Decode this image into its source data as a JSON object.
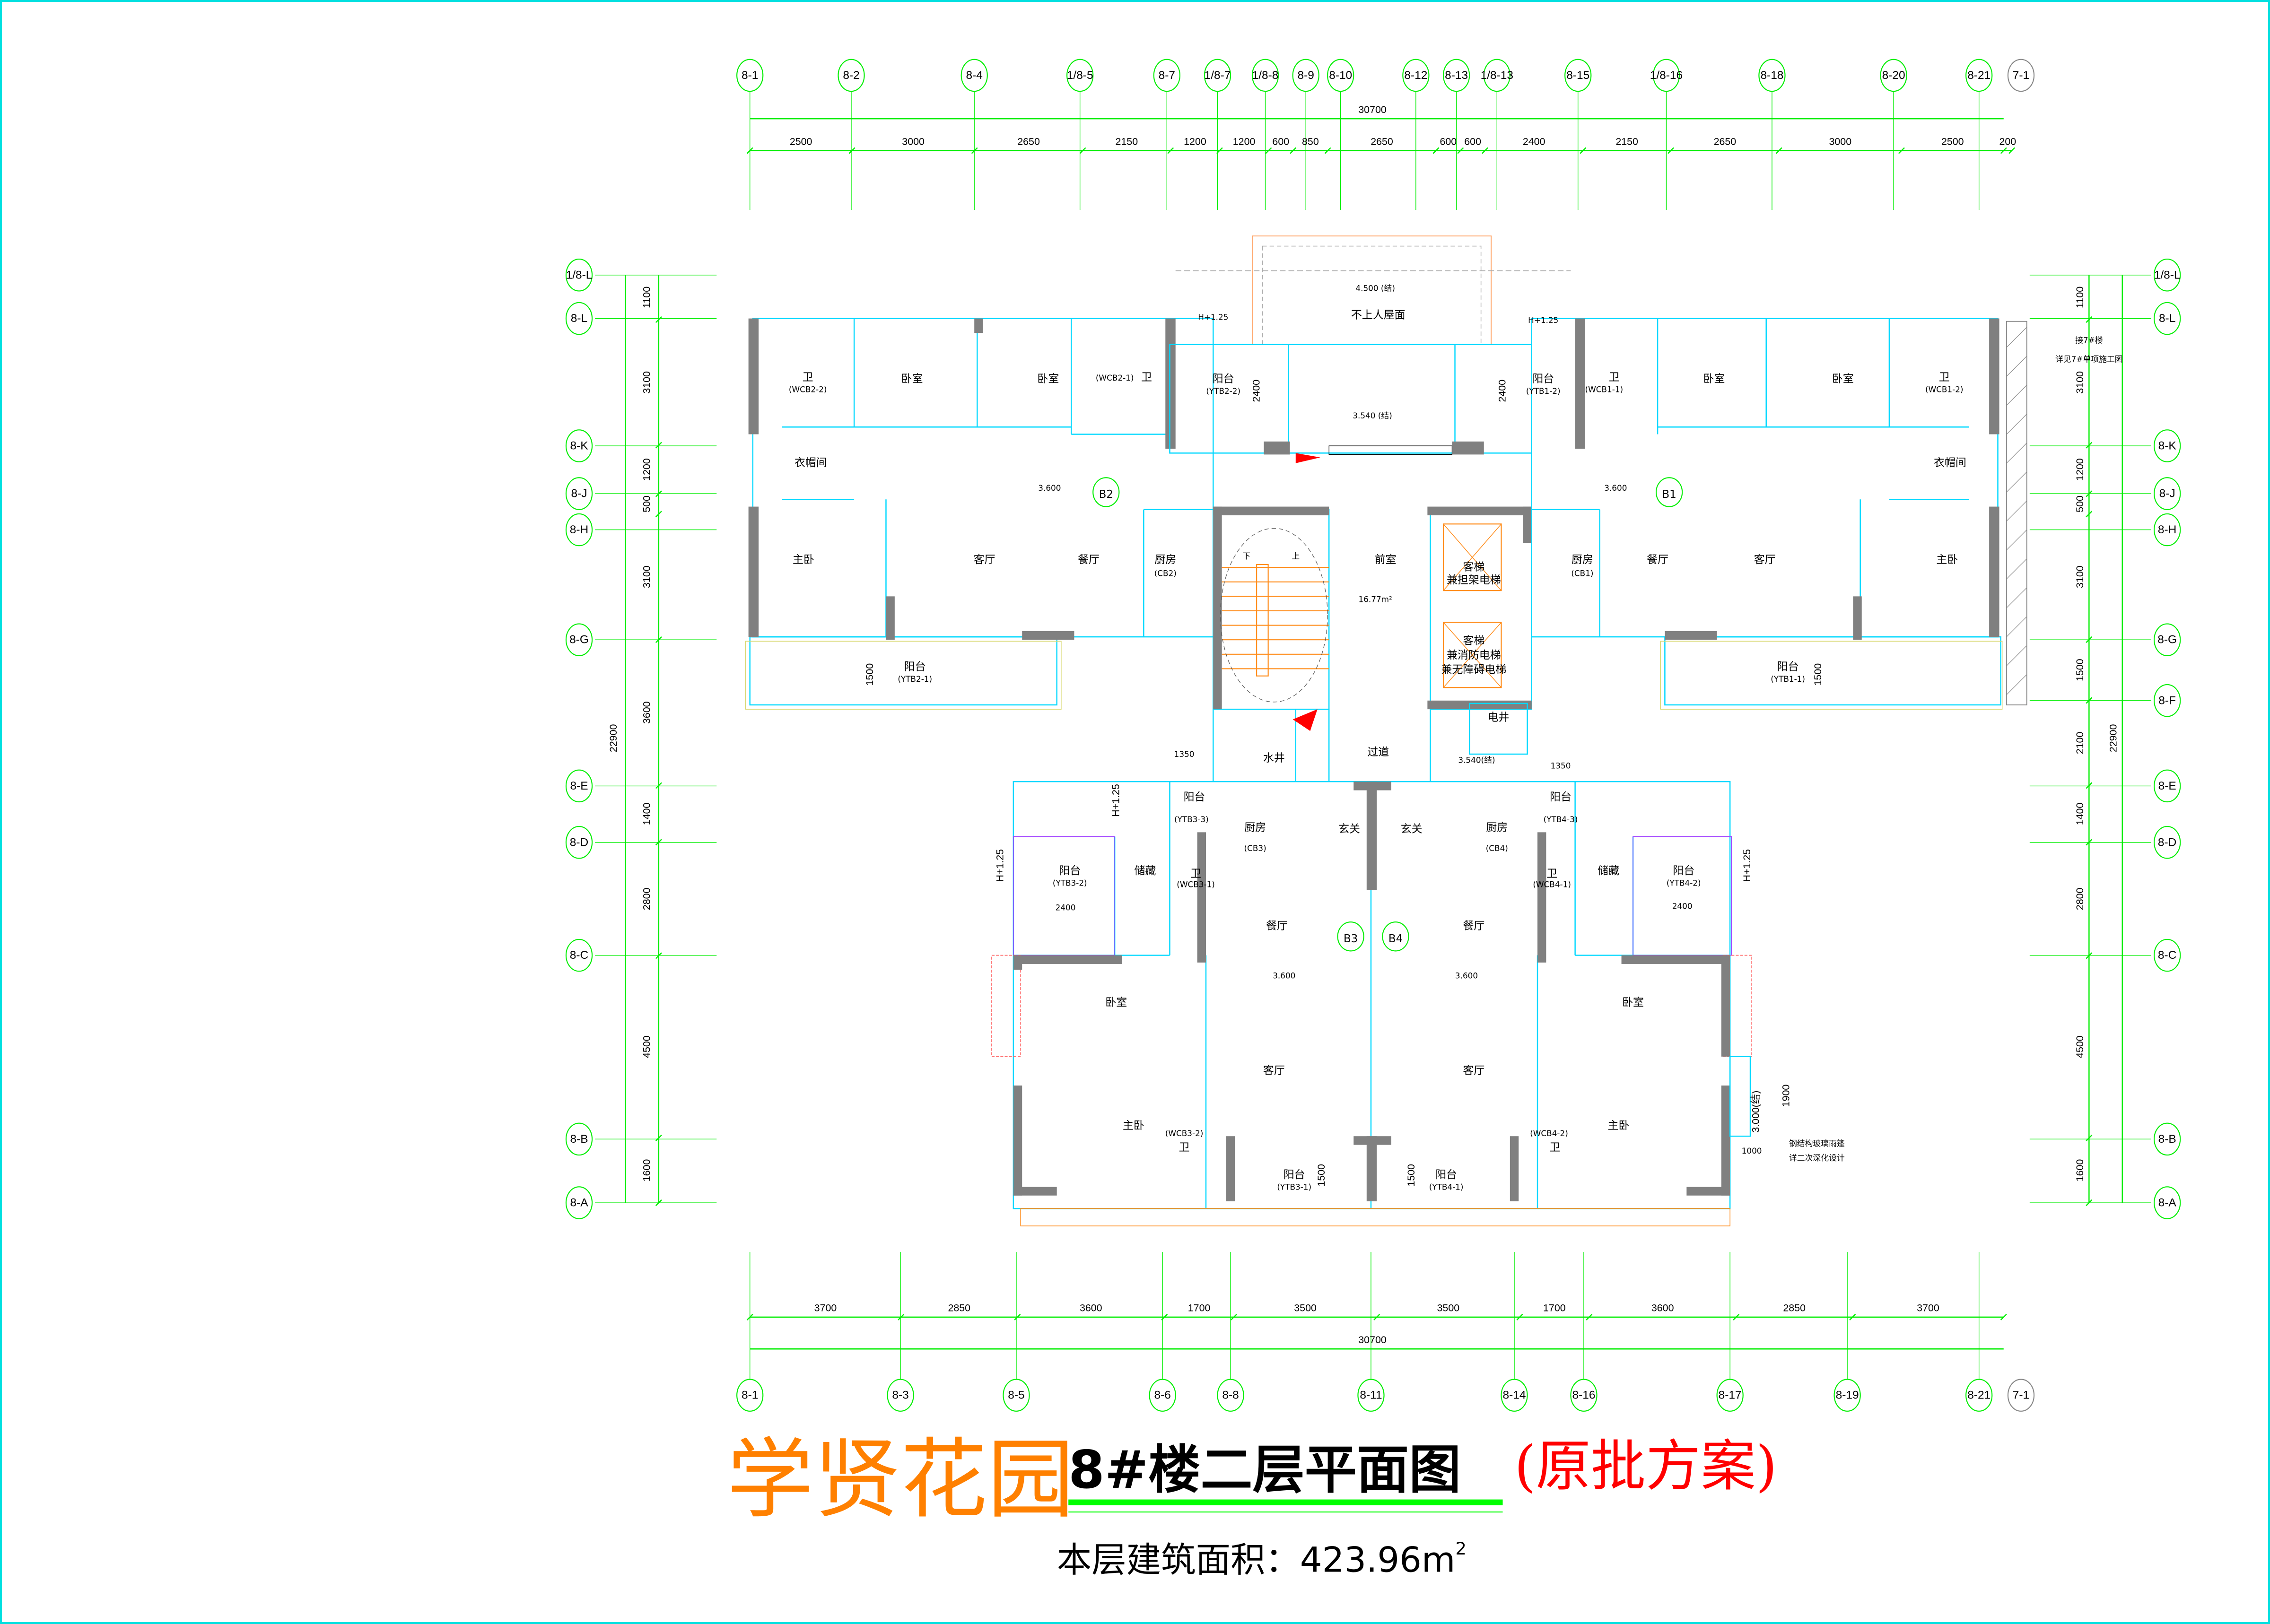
{
  "title": {
    "project": "学贤花园",
    "drawing": "8#楼二层平面图",
    "status": "(原批方案)",
    "area_text": "本层建筑面积：423.96m",
    "area_sup": "2"
  },
  "axes": {
    "top": [
      "8-1",
      "8-2",
      "8-4",
      "1/8-5",
      "8-7",
      "1/8-7",
      "1/8-8",
      "8-9",
      "8-10",
      "8-12",
      "8-13",
      "1/8-13",
      "8-15",
      "1/8-16",
      "8-18",
      "8-20",
      "8-21"
    ],
    "bottom": [
      "8-1",
      "8-3",
      "8-5",
      "8-6",
      "8-8",
      "8-11",
      "8-14",
      "8-16",
      "8-17",
      "8-19",
      "8-21"
    ],
    "left": [
      "1/8-L",
      "8-L",
      "8-K",
      "8-J",
      "8-H",
      "8-G",
      "8-E",
      "8-D",
      "8-C",
      "8-B",
      "8-A"
    ],
    "right": [
      "1/8-L",
      "8-L",
      "8-K",
      "8-J",
      "8-H",
      "8-G",
      "8-F",
      "8-E",
      "8-D",
      "8-C",
      "8-B",
      "8-A"
    ],
    "ref": "7-1"
  },
  "dimensions": {
    "top_total": "30700",
    "top": [
      "2500",
      "3000",
      "2650",
      "2150",
      "1200",
      "1200",
      "600",
      "850",
      "2650",
      "600",
      "600",
      "2400",
      "2150",
      "2650",
      "3000",
      "2500",
      "200"
    ],
    "bottom_total": "30700",
    "bottom": [
      "3700",
      "2850",
      "3600",
      "1700",
      "3500",
      "3500",
      "1700",
      "3600",
      "2850",
      "3700"
    ],
    "left_total": "22900",
    "left": [
      "1100",
      "3100",
      "1200",
      "500",
      "3100",
      "3600",
      "1400",
      "2800",
      "4500",
      "1600"
    ],
    "right_total": "22900",
    "right": [
      "1100",
      "3100",
      "1200",
      "500",
      "3100",
      "1500",
      "2100",
      "1400",
      "2800",
      "4500",
      "1600"
    ]
  },
  "units": [
    {
      "id": "B2",
      "labels": [
        "卫",
        "(WCB2-2)",
        "卧室",
        "卧室",
        "卫",
        "(WCB2-1)",
        "阳台",
        "(YTB2-2)",
        "衣帽间",
        "主卧",
        "客厅",
        "餐厅",
        "厨房",
        "(CB2)",
        "阳台",
        "(YTB2-1)",
        "3.600",
        "H+1.25",
        "1500",
        "2400"
      ]
    },
    {
      "id": "B1",
      "labels": [
        "卫",
        "(WCB1-1)",
        "卧室",
        "卧室",
        "卫",
        "(WCB1-2)",
        "阳台",
        "(YTB1-2)",
        "衣帽间",
        "主卧",
        "客厅",
        "餐厅",
        "厨房",
        "(CB1)",
        "阳台",
        "(YTB1-1)",
        "3.600",
        "H+1.25",
        "1500",
        "2400"
      ]
    },
    {
      "id": "B3",
      "labels": [
        "阳台",
        "(YTB3-3)",
        "厨房",
        "(CB3)",
        "玄关",
        "阳台",
        "(YTB3-2)",
        "储藏",
        "卫",
        "(WCB3-1)",
        "2400",
        "餐厅",
        "卧室",
        "3.600",
        "客厅",
        "主卧",
        "卫",
        "(WCB3-2)",
        "阳台",
        "(YTB3-1)",
        "1350",
        "1500"
      ]
    },
    {
      "id": "B4",
      "labels": [
        "阳台",
        "(YTB4-3)",
        "厨房",
        "(CB4)",
        "玄关",
        "阳台",
        "(YTB4-2)",
        "储藏",
        "卫",
        "(WCB4-1)",
        "2400",
        "餐厅",
        "卧室",
        "3.600",
        "客厅",
        "主卧",
        "卫",
        "(WCB4-2)",
        "阳台",
        "(YTB4-1)",
        "1350",
        "1500"
      ]
    }
  ],
  "core": {
    "labels": [
      "4.500 (结)",
      "不上人屋面",
      "3.540 (结)",
      "前室",
      "16.77m²",
      "客梯",
      "兼担架电梯",
      "客梯",
      "兼消防电梯",
      "兼无障碍电梯",
      "电井",
      "水井",
      "过道",
      "3.540(结)",
      "下",
      "上"
    ]
  },
  "notes": {
    "right_link": [
      "接7#楼",
      "详见7#单项施工图"
    ],
    "canopy": [
      "钢结构玻璃雨篷",
      "详二次深化设计"
    ],
    "canopy_dims": [
      "3.000(结)",
      "1900",
      "1000"
    ],
    "rotated_levels": [
      "H+1.25",
      "H+1.25",
      "H+1.25"
    ]
  },
  "colors": {
    "axis": "#00ee00",
    "wall": "#808080",
    "outline": "#00d8ff",
    "project": "#ff8000",
    "status": "#ff0000"
  }
}
